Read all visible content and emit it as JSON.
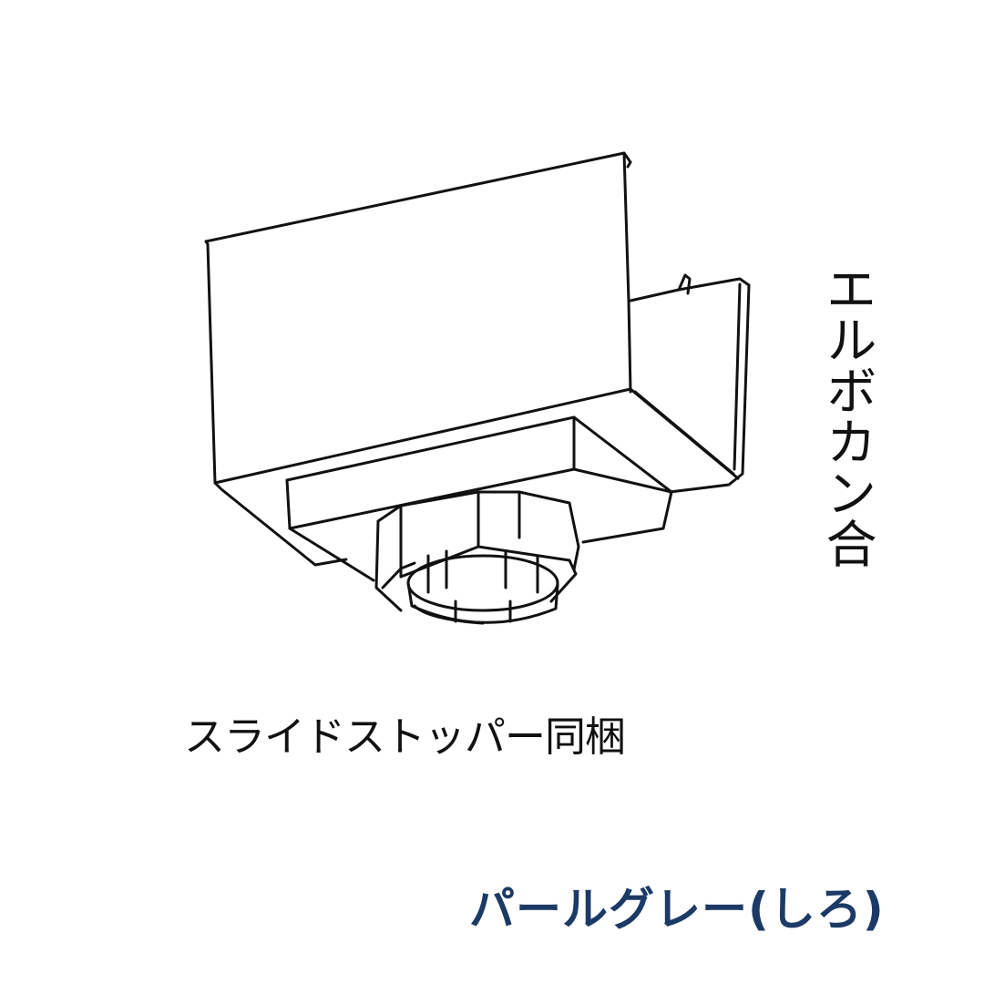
{
  "product": {
    "name_vertical": "エルボカン合",
    "accessory_note": "スライドストッパー同梱",
    "color_name": "パールグレー(しろ)"
  },
  "colors": {
    "line": "#111111",
    "color_label": "#1c3a66",
    "background": "#ffffff"
  },
  "illustration": {
    "subject": "gutter-elbow-fitting-line-drawing"
  }
}
